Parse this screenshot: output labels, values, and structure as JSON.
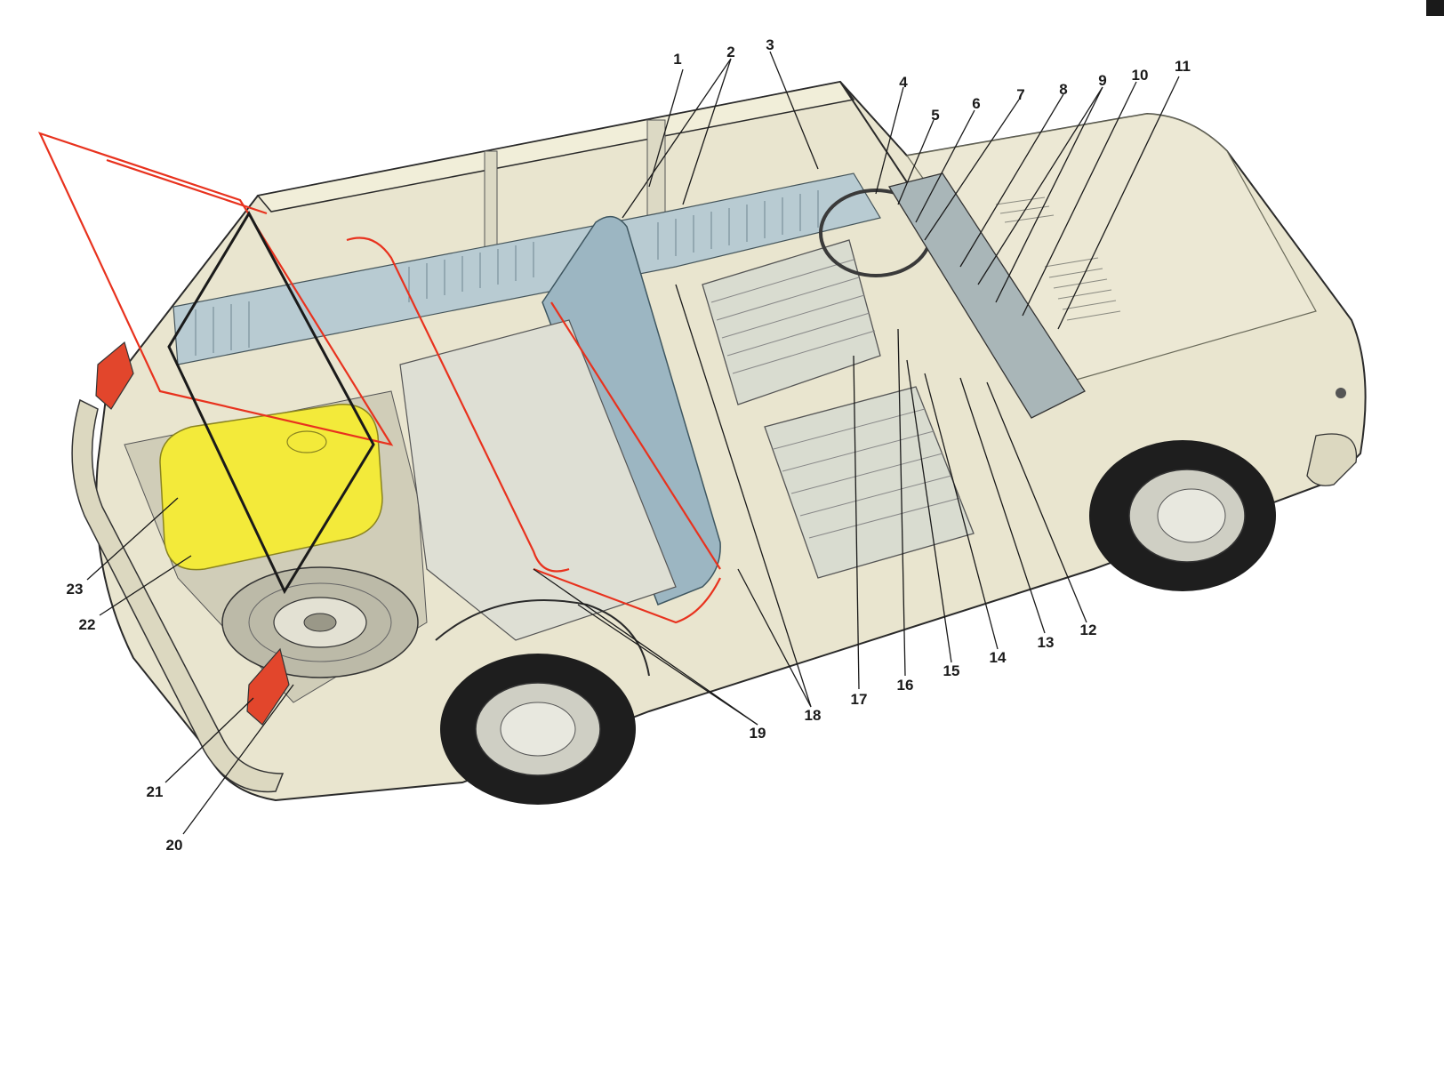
{
  "diagram": {
    "callouts": [
      "1",
      "2",
      "3",
      "4",
      "5",
      "6",
      "7",
      "8",
      "9",
      "10",
      "11",
      "12",
      "13",
      "14",
      "15",
      "16",
      "17",
      "18",
      "19",
      "20",
      "21",
      "22",
      "23"
    ],
    "colors": {
      "body": "#e9e5cf",
      "body_shadow": "#c9c4a8",
      "interior_blue": "#9cb6c2",
      "seat": "#d9dcd0",
      "fuel_tank": "#f3ea3a",
      "wiring": "#e8321e",
      "taillight": "#e2462c",
      "tire": "#1e1e1e",
      "outline": "#2a2a2a"
    },
    "icons": [
      "spare-wheel",
      "steering-wheel",
      "fuel-tank",
      "taillight"
    ]
  }
}
